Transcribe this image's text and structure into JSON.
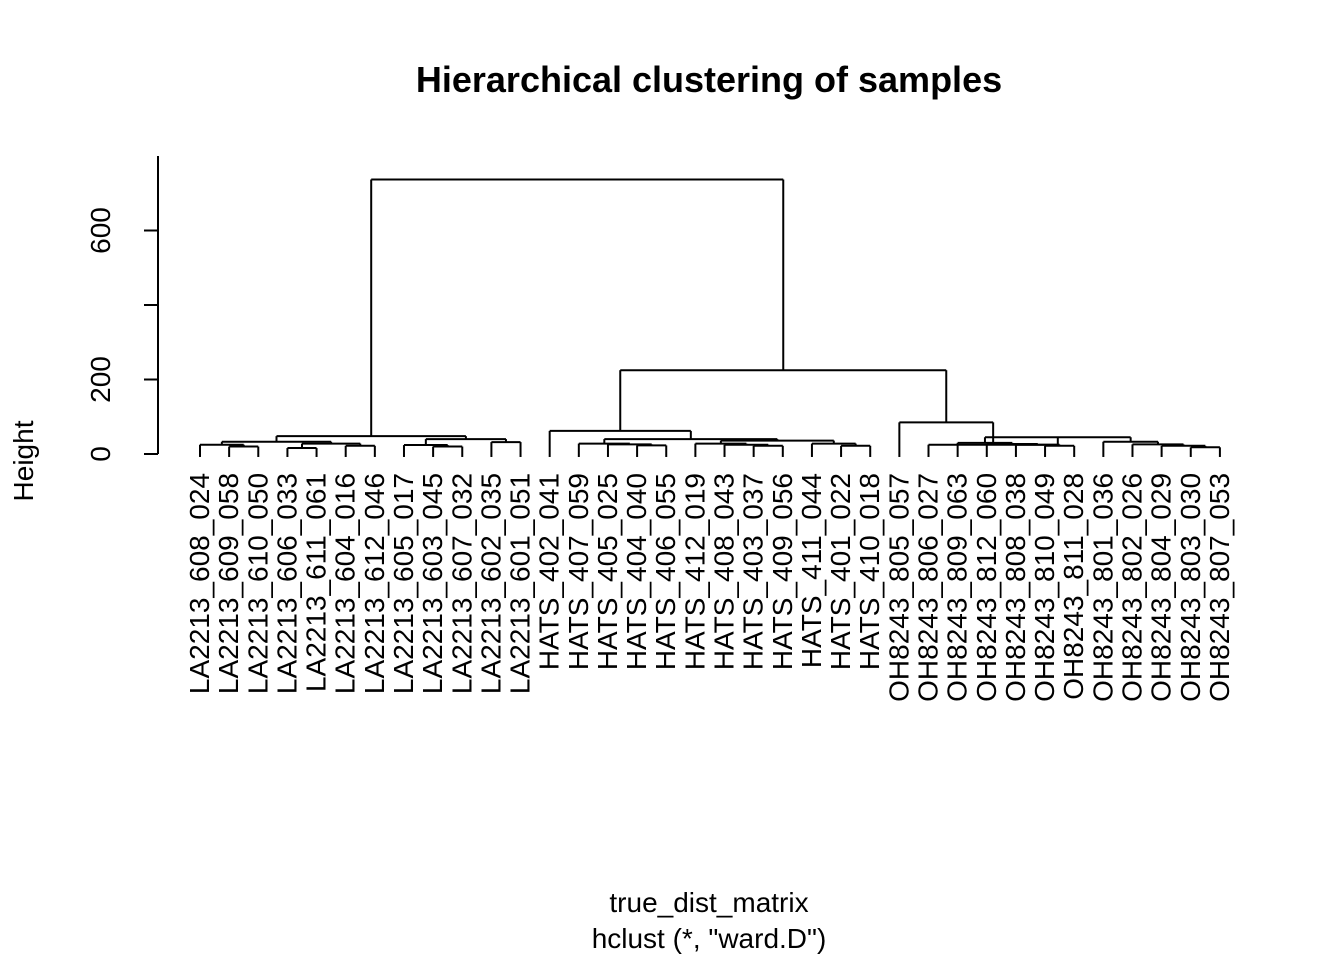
{
  "chart_data": {
    "type": "dendrogram",
    "title": "Hierarchical clustering of samples",
    "xlabel": "true_dist_matrix",
    "sublabel": "hclust (*, \"ward.D\")",
    "ylabel": "Height",
    "y_ticks": [
      0,
      200,
      400,
      600
    ],
    "y_tick_labels": [
      "0",
      "200",
      "",
      "600"
    ],
    "ylim": [
      0,
      800
    ],
    "leaves": [
      "LA2213_608_024",
      "LA2213_609_058",
      "LA2213_610_050",
      "LA2213_606_033",
      "LA2213_611_061",
      "LA2213_604_016",
      "LA2213_612_046",
      "LA2213_605_017",
      "LA2213_603_045",
      "LA2213_607_032",
      "LA2213_602_035",
      "LA2213_601_051",
      "HATS_402_041",
      "HATS_407_059",
      "HATS_405_025",
      "HATS_404_040",
      "HATS_406_055",
      "HATS_412_019",
      "HATS_408_043",
      "HATS_403_037",
      "HATS_409_056",
      "HATS_411_044",
      "HATS_401_022",
      "HATS_410_018",
      "OH8243_805_057",
      "OH8243_806_027",
      "OH8243_809_063",
      "OH8243_812_060",
      "OH8243_808_038",
      "OH8243_810_049",
      "OH8243_811_028",
      "OH8243_801_036",
      "OH8243_802_026",
      "OH8243_804_029",
      "OH8243_803_030",
      "OH8243_807_053"
    ],
    "merges": [
      {
        "a": 1,
        "b": 2,
        "h": 20
      },
      {
        "a": "c1",
        "b": 0,
        "h": 25
      },
      {
        "a": 3,
        "b": 4,
        "h": 16
      },
      {
        "a": 5,
        "b": 6,
        "h": 22
      },
      {
        "a": "c3",
        "b": "c4",
        "h": 28
      },
      {
        "a": "c2",
        "b": "c5",
        "h": 33
      },
      {
        "a": 8,
        "b": 9,
        "h": 20
      },
      {
        "a": 7,
        "b": "c7",
        "h": 24
      },
      {
        "a": 10,
        "b": 11,
        "h": 32
      },
      {
        "a": "c8",
        "b": "c9",
        "h": 40
      },
      {
        "a": "c6",
        "b": "c10",
        "h": 48
      },
      {
        "a": 15,
        "b": 16,
        "h": 23
      },
      {
        "a": 14,
        "b": "c12",
        "h": 26
      },
      {
        "a": 13,
        "b": "c13",
        "h": 28
      },
      {
        "a": 19,
        "b": 20,
        "h": 22
      },
      {
        "a": 18,
        "b": "c15",
        "h": 25
      },
      {
        "a": 17,
        "b": "c16",
        "h": 28
      },
      {
        "a": 22,
        "b": 23,
        "h": 22
      },
      {
        "a": 21,
        "b": "c18",
        "h": 28
      },
      {
        "a": "c17",
        "b": "c19",
        "h": 36
      },
      {
        "a": "c14",
        "b": "c20",
        "h": 40
      },
      {
        "a": 12,
        "b": "c21",
        "h": 62
      },
      {
        "a": 29,
        "b": 30,
        "h": 22
      },
      {
        "a": 28,
        "b": "c23",
        "h": 25
      },
      {
        "a": 27,
        "b": "c24",
        "h": 27
      },
      {
        "a": 26,
        "b": "c25",
        "h": 30
      },
      {
        "a": 34,
        "b": 35,
        "h": 18
      },
      {
        "a": 33,
        "b": "c27",
        "h": 22
      },
      {
        "a": 32,
        "b": "c28",
        "h": 26
      },
      {
        "a": 31,
        "b": "c29",
        "h": 33
      },
      {
        "a": "c26",
        "b": "c30",
        "h": 45
      },
      {
        "a": 25,
        "b": "c31",
        "h": 25
      },
      {
        "a": 24,
        "b": "c32",
        "h": 85
      },
      {
        "a": "c22",
        "b": "c33",
        "h": 225
      },
      {
        "a": "c11",
        "b": "c34",
        "h": 737
      }
    ]
  }
}
